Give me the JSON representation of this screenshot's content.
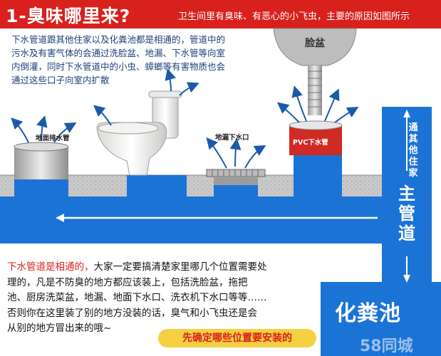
{
  "header": {
    "title": "1-臭味哪里来?",
    "subtitle": "卫生间里有臭味、有恶心的小飞虫，主要的原因如图所示"
  },
  "intro": {
    "lines": [
      "下水管道跟其他住家以及化粪池都是相通的，管道中的",
      "污水及有害气体的会通过洗脸盆、地漏、下水管等向室",
      "内倒灌，同时下水管道中的小虫、蟑螂等有害物质也会",
      "通过这些口子向室内扩散"
    ]
  },
  "labels": {
    "floor_drain_pipe": "地面排水管",
    "floor_drain_outlet": "地漏下水口",
    "washbasin": "脸盆",
    "pvc_pipe": "PVC下水管",
    "other_homes": "通其他住家",
    "main_pipe": "主管道",
    "septic_tank": "化粪池"
  },
  "bottom": {
    "highlight": "下水管道是相通的，",
    "lines": [
      "大家一定要搞清楚家里哪几个位置需要处",
      "理的，凡是不防臭的地方都应该装上，包括洗脸盆，拖把",
      "池、厨房洗菜盆，地漏、地面下水口、洗衣机下水口等等……",
      "否则你在这里装了别的地方没装的话，臭气和小飞虫还是会",
      "从别的地方冒出来的哦~"
    ],
    "cta": "先确定哪些位置要安装的"
  },
  "watermark": "58同城",
  "colors": {
    "header_red": "#d8201d",
    "pipe_blue": "#1b73d6",
    "text_blue": "#1d3f7c",
    "cta_yellow": "#f5d142"
  }
}
